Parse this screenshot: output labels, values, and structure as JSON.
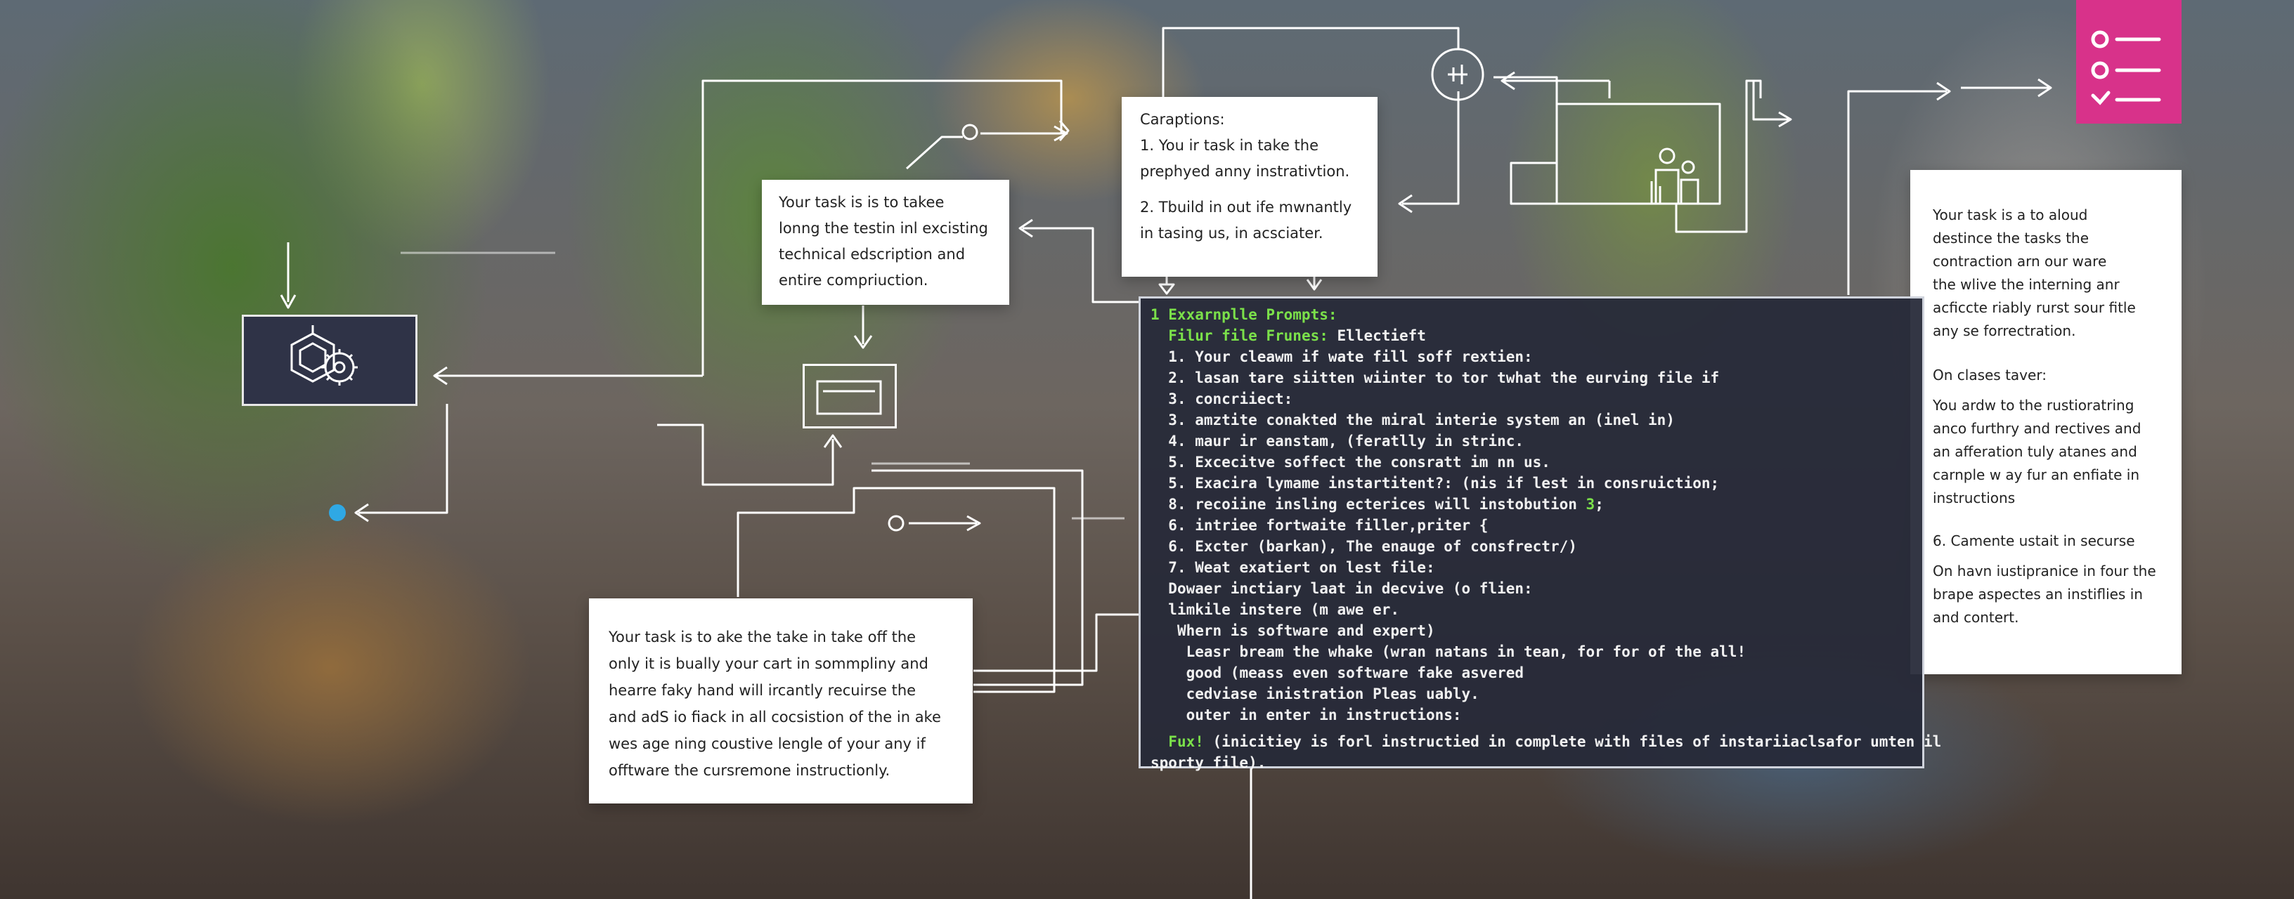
{
  "colors": {
    "terminal_bg": "#262938",
    "terminal_green": "#7be04a",
    "accent_pink": "#d8328a",
    "connector": "#ffffff",
    "card_bg": "#ffffff"
  },
  "cards": {
    "top_left": {
      "lines": [
        "Your task is is to takee",
        "lonng the testin inl excisting",
        "technical edscription and",
        "entire compriuction."
      ]
    },
    "captions": {
      "title": "Caraptions:",
      "item1": [
        "1. You ir task in take the",
        "prephyed anny instrativtion."
      ],
      "item2": [
        "2. Tbuild in out ife mwnantly",
        "in tasing us, in acsciater."
      ]
    },
    "bottom_left": {
      "lines": [
        "Your task is to ake the take in take off the",
        "only it is bually your cart in sommpliny and",
        "hearre faky hand will ircantly recuirse the",
        "and adS io fiack in all cocsistion of the in ake",
        "wes age ning coustive lengle of your any if",
        "offtware the cursremone instructionly."
      ]
    },
    "right": {
      "para1": [
        "Your task is a to aloud",
        "destince the tasks the",
        "contraction arn our ware",
        "the wlive the interning anr",
        "acficcte riably rurst sour fitle",
        "any se forrectration."
      ],
      "heading2": "On clases taver:",
      "para2": [
        "You ardw to the rustioratring",
        "anco furthry and rectives and",
        "an afferation tuly atanes and",
        "carnple w ay fur an enfiate in",
        "instructions"
      ],
      "heading3": "6. Camente ustait in securse",
      "para3": [
        "On havn iustipranice in four the",
        "brape aspectes an instiflies in",
        "and contert."
      ]
    }
  },
  "terminal": {
    "title": "1 Exxarnplle Prompts:",
    "subtitle_label": "Filur file Frunes:",
    "subtitle_value": " Ellectieft",
    "lines": [
      "1. Your cleawm if wate fill soff rextien:",
      "2. lasan tare siitten wiinter to tor twhat the eurving file if",
      "3. concriiect:",
      "3. amztite conakted the miral interie system an (inel in)",
      "4. maur ir eanstam, (feratlly in strinc.",
      "5. Excecitve soffect the consratt im nn us.",
      "5. Exacira lymame instartitent?: (nis if lest in consruiction;"
    ],
    "line_highlight_pre": "8. recoiine insling ecterices will instobution ",
    "line_highlight_num": "3",
    "line_highlight_post": ";",
    "lines2": [
      "6. intriee fortwaite filler,priter {",
      "6. Excter (barkan), The enauge of consfrectr/)",
      "7. Weat exatiert on lest file:",
      "Dowaer inctiary laat in decvive (o flien:",
      "limkile instere (m awe er.",
      " Whern is software and expert)",
      "  Leasr bream the whake (wran natans in tean, for for of the all!",
      "  good (meass even software fake asvered",
      "  cedviase inistration Pleas uably.",
      "  outer in enter in instructions:"
    ],
    "footer_label": "Fux!",
    "footer_text": " (inicitiey is forl instructied in complete with files of instariiaclsafor umten il",
    "footer_text2": "sporty file)."
  },
  "icons": {
    "hexagon_gear": "hexagon-gear-icon",
    "checklist": "checklist-icon",
    "gauge": "gauge-icon",
    "people_chart": "people-chart-icon",
    "window": "window-icon",
    "info": "info-icon"
  }
}
